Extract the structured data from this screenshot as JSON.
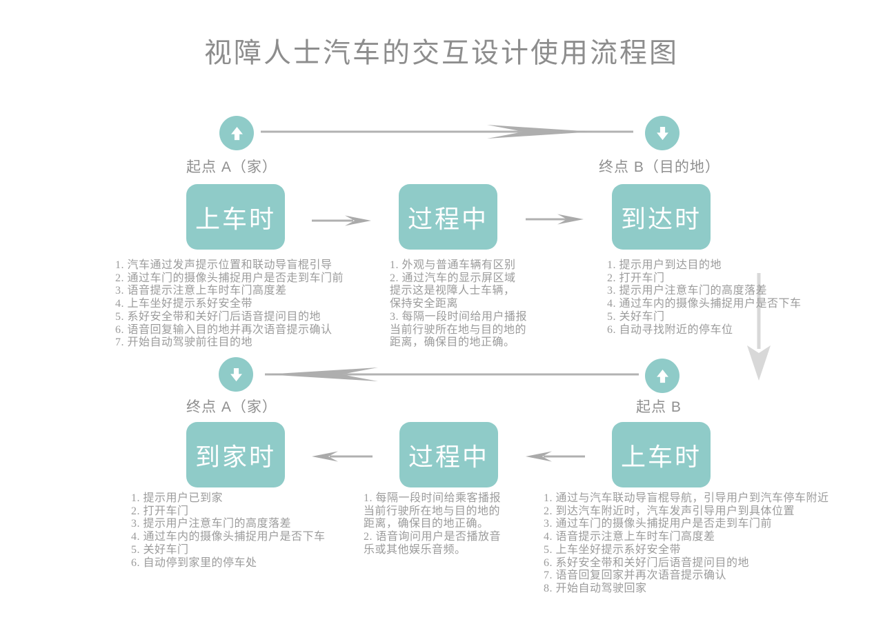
{
  "title": "视障人士汽车的交互设计使用流程图",
  "colors": {
    "teal": "#8fcbc8",
    "label_gray": "#8f8f8f",
    "list_gray": "#9b9b9b",
    "arrow_gray": "#b2b2b2",
    "light_arrow_gray": "#d8d8d8"
  },
  "trip_out": {
    "origin_label": "起点 A（家）",
    "destination_label": "终点 B（目的地）",
    "stages": [
      {
        "label": "上车时",
        "steps": [
          "1. 汽车通过发声提示位置和联动导盲棍引导",
          "2. 通过车门的摄像头捕捉用户是否走到车门前",
          "3. 语音提示注意上车时车门高度差",
          "4. 上车坐好提示系好安全带",
          "5. 系好安全带和关好门后语音提问目的地",
          "6. 语音回复输入目的地并再次语音提示确认",
          "7. 开始自动驾驶前往目的地"
        ]
      },
      {
        "label": "过程中",
        "steps": [
          "1. 外观与普通车辆有区别",
          "2. 通过汽车的显示屏区域",
          "提示这是视障人士车辆，",
          "保持安全距离",
          "3. 每隔一段时间给用户播报",
          "当前行驶所在地与目的地的",
          "距离，确保目的地正确。"
        ]
      },
      {
        "label": "到达时",
        "steps": [
          "1. 提示用户到达目的地",
          "2. 打开车门",
          "3. 提示用户注意车门的高度落差",
          "4. 通过车内的摄像头捕捉用户是否下车",
          "5. 关好车门",
          "6. 自动寻找附近的停车位"
        ]
      }
    ]
  },
  "trip_back": {
    "origin_label": "起点 B",
    "destination_label": "终点 A（家）",
    "stages": [
      {
        "label": "到家时",
        "steps": [
          "1. 提示用户已到家",
          "2. 打开车门",
          "3. 提示用户注意车门的高度落差",
          "4. 通过车内的摄像头捕捉用户是否下车",
          "5. 关好车门",
          "6. 自动停到家里的停车处"
        ]
      },
      {
        "label": "过程中",
        "steps": [
          "1. 每隔一段时间给乘客播报",
          "当前行驶所在地与目的地的",
          "距离，确保目的地正确。",
          "2. 语音询问用户是否播放音",
          "乐或其他娱乐音频。"
        ]
      },
      {
        "label": "上车时",
        "steps": [
          "1. 通过与汽车联动导盲棍导航，引导用户到汽车停车附近",
          "2. 到达汽车附近时，汽车发声引导用户到具体位置",
          "3. 通过车门的摄像头捕捉用户是否走到车门前",
          "4. 语音提示注意上车时车门高度差",
          "5. 上车坐好提示系好安全带",
          "6. 系好安全带和关好门后语音提问目的地",
          "7. 语音回复回家并再次语音提示确认",
          "8. 开始自动驾驶回家"
        ]
      }
    ]
  }
}
